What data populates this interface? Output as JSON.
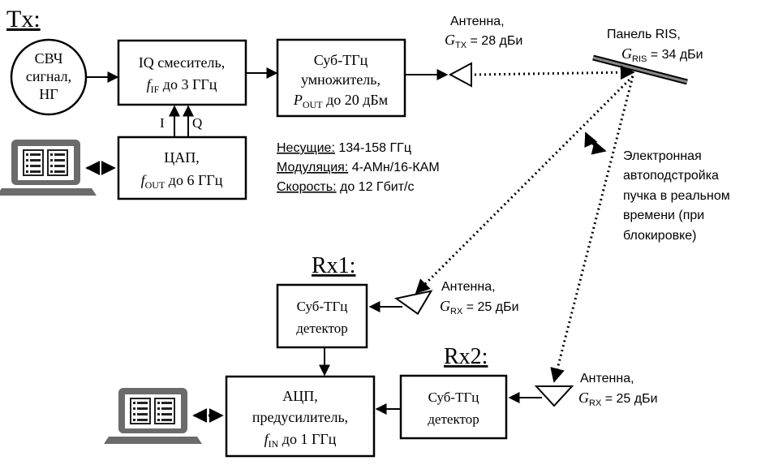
{
  "tx": {
    "section_label": "Tx:",
    "rf_source": {
      "line1": "СВЧ",
      "line2": "сигнал,",
      "line3": "НГ"
    },
    "iq_mixer": {
      "line1": "IQ смеситель,",
      "f": "f",
      "f_sub": "IF",
      "rest": " до 3 ГГц"
    },
    "multiplier": {
      "line1": "Суб-ТГц",
      "line2": "умножитель,",
      "p": "P",
      "p_sub": "OUT",
      "rest": " до 20 дБм"
    },
    "dac": {
      "line1": "ЦАП,",
      "f": "f",
      "f_sub": "OUT",
      "rest": " до 6 ГГц"
    },
    "i_label": "I",
    "q_label": "Q",
    "antenna": {
      "title": "Антенна,",
      "g": "G",
      "g_sub": "TX",
      "value": " = 28 дБи"
    }
  },
  "specs": [
    {
      "key": "Несущие:",
      "value": " 134-158 ГГц"
    },
    {
      "key": "Модуляция:",
      "value": " 4-АМн/16-КАМ"
    },
    {
      "key": "Скорость:",
      "value": " до 12 Гбит/с"
    }
  ],
  "ris": {
    "title": "Панель RIS,",
    "g": "G",
    "g_sub": "RIS",
    "value": " = 34 дБи",
    "note": [
      "Электронная",
      "автоподстройка",
      "пучка в реальном",
      "времени (при",
      "блокировке)"
    ]
  },
  "rx1": {
    "section_label": "Rx1:",
    "detector": {
      "line1": "Суб-ТГц",
      "line2": "детектор"
    },
    "antenna": {
      "title": "Антенна,",
      "g": "G",
      "g_sub": "RX",
      "value": " = 25 дБи"
    }
  },
  "rx2": {
    "section_label": "Rx2:",
    "detector": {
      "line1": "Суб-ТГц",
      "line2": "детектор"
    },
    "antenna": {
      "title": "Антенна,",
      "g": "G",
      "g_sub": "RX",
      "value": " = 25 дБи"
    }
  },
  "adc": {
    "line1": "АЦП,",
    "line2": "предусилитель,",
    "f": "f",
    "f_sub": "IN",
    "rest": " до 1 ГГц"
  }
}
